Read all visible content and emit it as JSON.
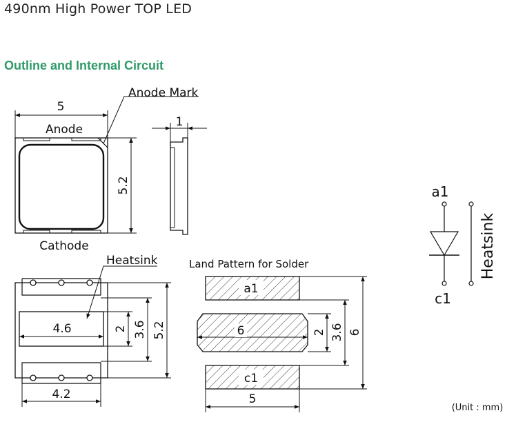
{
  "header": {
    "title": "490nm High Power TOP LED",
    "section": "Outline and Internal Circuit"
  },
  "outline": {
    "anode_mark_label": "Anode Mark",
    "anode_label": "Anode",
    "cathode_label": "Cathode",
    "width_dim": "5",
    "height_dim": "5.2",
    "side_thickness_dim": "1"
  },
  "bottom_view": {
    "heatsink_label": "Heatsink",
    "pad_width_dim": "4.6",
    "pad_height_dim": "2",
    "inner_height_dim": "3.6",
    "total_height_dim": "5.2",
    "bottom_width_dim": "4.2"
  },
  "land_pattern": {
    "title": "Land Pattern for Solder",
    "pad_a1": "a1",
    "pad_center": "6",
    "pad_c1": "c1",
    "center_height_dim": "2",
    "inner_height_dim": "3.6",
    "total_height_dim": "6",
    "width_dim": "5"
  },
  "circuit": {
    "anode_terminal": "a1",
    "cathode_terminal": "c1",
    "heatsink_label": "Heatsink"
  },
  "footer": {
    "unit_note": "(Unit : mm)"
  }
}
